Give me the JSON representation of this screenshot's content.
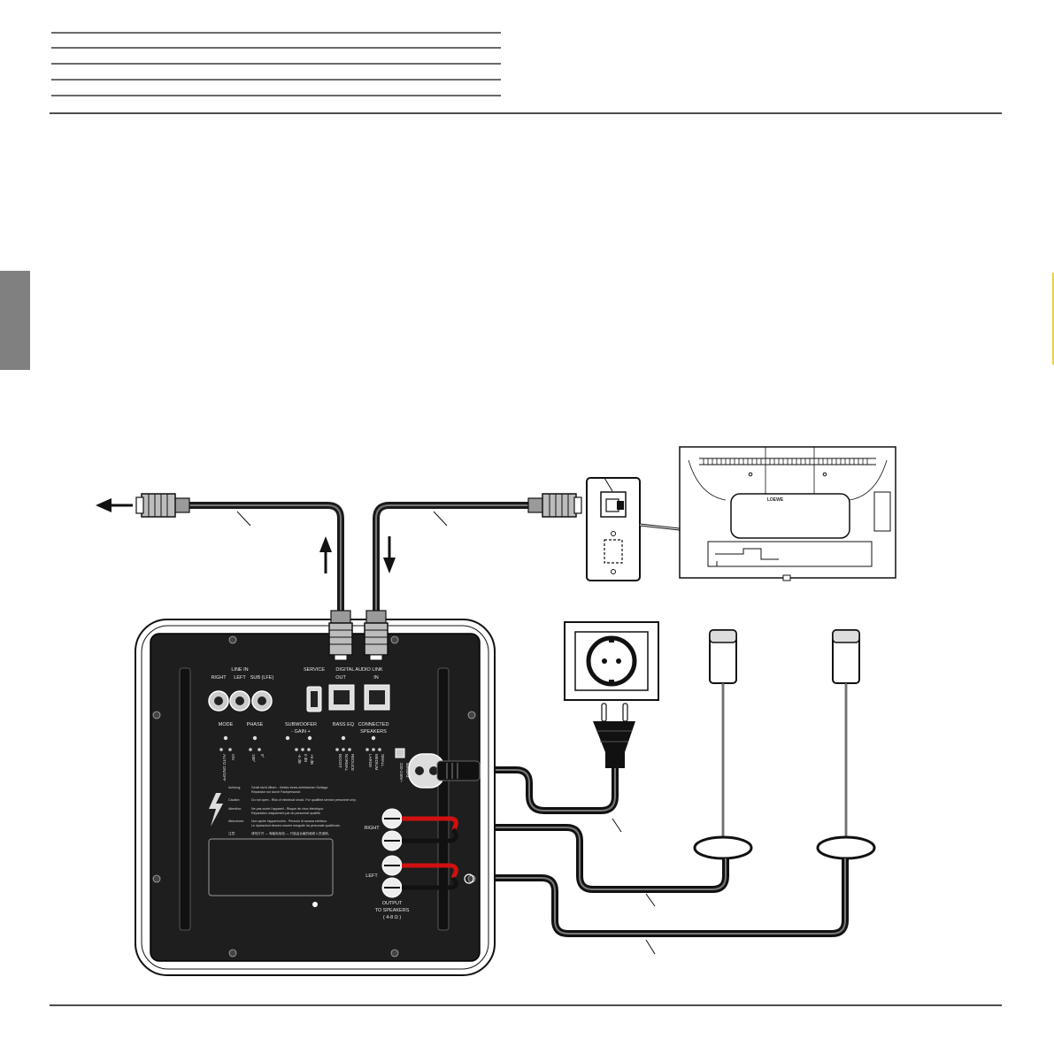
{
  "panel": {
    "line_in": "LINE IN",
    "right": "RIGHT",
    "left": "LEFT",
    "sub_lfe": "SUB (LFE)",
    "service": "SERVICE",
    "digital_audio_link": "DIGITAL AUDIO LINK",
    "out": "OUT",
    "in": "IN",
    "mode": "MODE",
    "auto_on_off": "AUTO ON/OFF",
    "on": "ON",
    "phase": "PHASE",
    "phase_180": "180°",
    "phase_0": "0°",
    "subwoofer": "SUBWOOFER",
    "gain": "-  GAIN  +",
    "gain_values": [
      "-6 dB",
      "0 dB",
      "+6 dB"
    ],
    "bass_eq": "BASS EQ",
    "bass_eq_values": [
      "BOOST",
      "NORMAL",
      "REDUCE"
    ],
    "connected_speakers": "CONNECTED",
    "connected_speakers_2": "SPEAKERS",
    "speaker_sizes": [
      "LARGE",
      "MEDIUM",
      "SMALL"
    ],
    "mains": "220-240V~",
    "mains_freq": "50/60Hz",
    "output_right": "RIGHT",
    "output_left": "LEFT",
    "output_label_1": "OUTPUT",
    "output_label_2": "TO SPEAKERS",
    "output_label_3": "( 4-8 Ω )",
    "warnings": [
      {
        "lang": "Achtung:",
        "text": "Gerät nicht öffnen - Gefahr eines elektrischen Schlags.",
        "text2": "Reparatur nur durch Fachpersonal."
      },
      {
        "lang": "Caution:",
        "text": "Do not open - Risk of electrical shock. For qualified service personnel only.",
        "text2": ""
      },
      {
        "lang": "Attention:",
        "text": "Ne pas ouvrir l'appareil - Risque de choc électrique.",
        "text2": "Réparation uniquement par du personnel qualifié."
      },
      {
        "lang": "Attenzione:",
        "text": "Non aprire l'apparecchio - Pericolo di scossa elettrica.",
        "text2": "Le riparazioni devono essere eseguite da personale qualificato."
      },
      {
        "lang": "注意:",
        "text": "请勿打开 — 有触电危险 — 只能由合格的维修人员维修。",
        "text2": ""
      }
    ]
  },
  "tv": {
    "brand": "LOEWE"
  }
}
